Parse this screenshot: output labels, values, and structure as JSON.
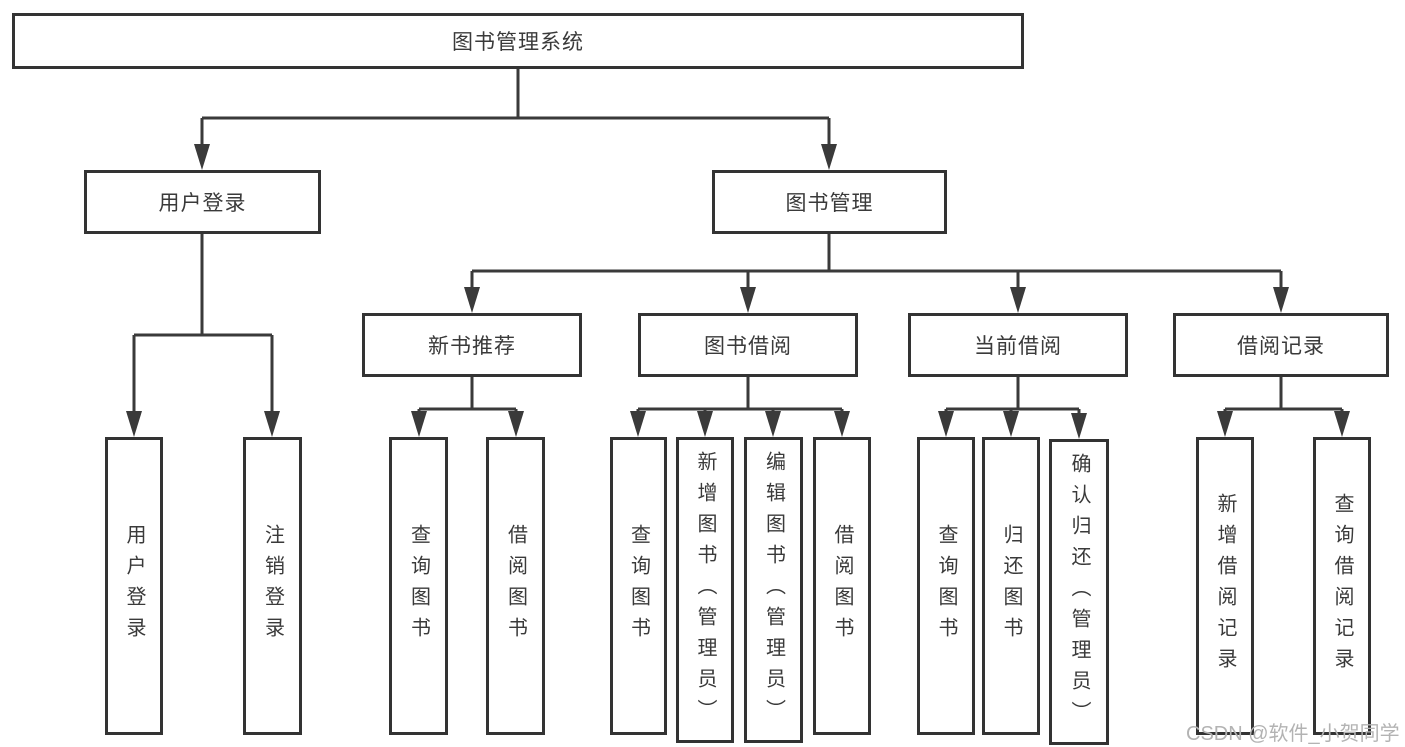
{
  "diagram": {
    "root": {
      "label": "图书管理系统",
      "children": [
        {
          "label": "用户登录",
          "children": [
            {
              "label": "用户登录"
            },
            {
              "label": "注销登录"
            }
          ]
        },
        {
          "label": "图书管理",
          "children": [
            {
              "label": "新书推荐",
              "children": [
                {
                  "label": "查询图书"
                },
                {
                  "label": "借阅图书"
                }
              ]
            },
            {
              "label": "图书借阅",
              "children": [
                {
                  "label": "查询图书"
                },
                {
                  "label": "新增图书（管理员）"
                },
                {
                  "label": "编辑图书（管理员）"
                },
                {
                  "label": "借阅图书"
                }
              ]
            },
            {
              "label": "当前借阅",
              "children": [
                {
                  "label": "查询图书"
                },
                {
                  "label": "归还图书"
                },
                {
                  "label": "确认归还（管理员）"
                }
              ]
            },
            {
              "label": "借阅记录",
              "children": [
                {
                  "label": "新增借阅记录"
                },
                {
                  "label": "查询借阅记录"
                }
              ]
            }
          ]
        }
      ]
    },
    "line_color": "#3a3a3a",
    "box_border_color": "#333333",
    "text_color": "#3a3a3a",
    "background_color": "#ffffff"
  },
  "watermark": {
    "text": "CSDN @软件_小贺同学",
    "color": "#b3b3b3"
  }
}
